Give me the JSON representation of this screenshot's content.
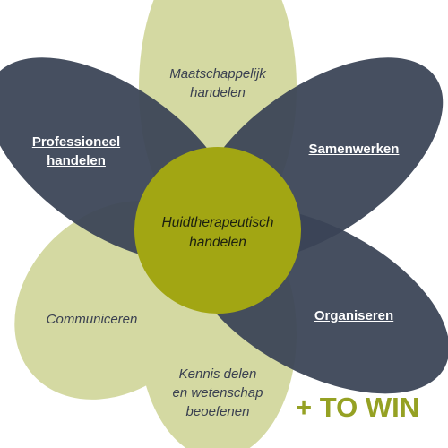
{
  "colors": {
    "dark_petal": "#3a4456",
    "light_petal": "#d4d9a2",
    "center": "#a2a613",
    "tagline": "#95a123"
  },
  "petals": {
    "top": {
      "lines": [
        "Maatschappelijk",
        "handelen"
      ]
    },
    "upper_left": {
      "lines": [
        "Professioneel",
        "handelen"
      ]
    },
    "upper_right": {
      "lines": [
        "Samenwerken"
      ]
    },
    "lower_left": {
      "lines": [
        "Communiceren"
      ]
    },
    "lower_right": {
      "lines": [
        "Organiseren"
      ]
    },
    "bottom": {
      "lines": [
        "Kennis delen",
        "en wetenschap",
        "beoefenen"
      ]
    }
  },
  "center": {
    "lines": [
      "Huidtherapeutisch",
      "handelen"
    ]
  },
  "tagline": "+ TO WIN"
}
